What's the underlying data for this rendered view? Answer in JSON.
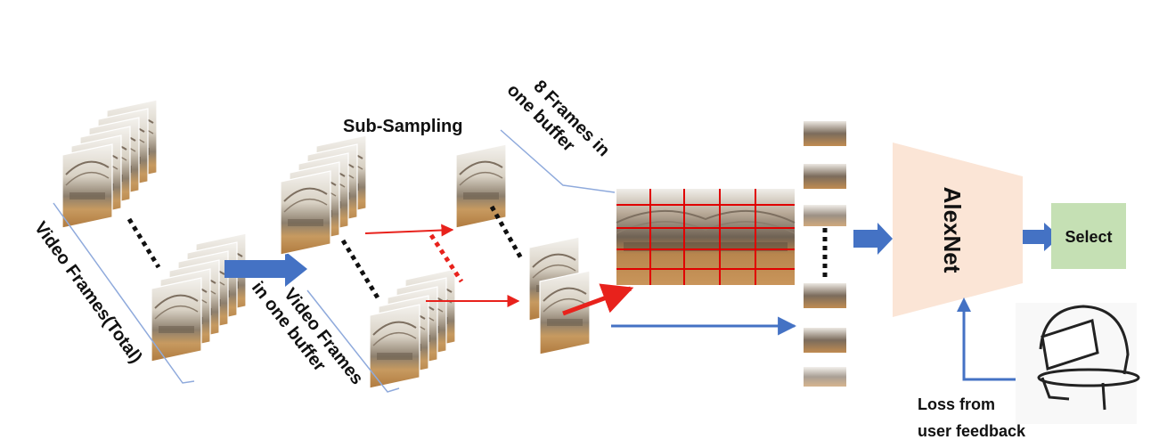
{
  "labels": {
    "video_frames_total": "Video Frames(Total)",
    "sub_sampling": "Sub-Sampling",
    "buffer_frames_line1": "Video Frames",
    "buffer_frames_line2": "in one buffer",
    "eight_frames_line1": "8 Frames in",
    "eight_frames_line2": "one buffer",
    "alexnet": "AlexNet",
    "select": "Select",
    "loss_line1": "Loss from",
    "loss_line2": "user feedback"
  },
  "colors": {
    "blue_arrow": "#4472c4",
    "red_arrow": "#e8221c",
    "alexnet_fill": "#fbe5d6",
    "select_fill": "#c5e0b4",
    "bracket": "#8faadc",
    "grid_line": "#e00000"
  },
  "icons": {
    "user": "vr-headset-user-icon"
  }
}
